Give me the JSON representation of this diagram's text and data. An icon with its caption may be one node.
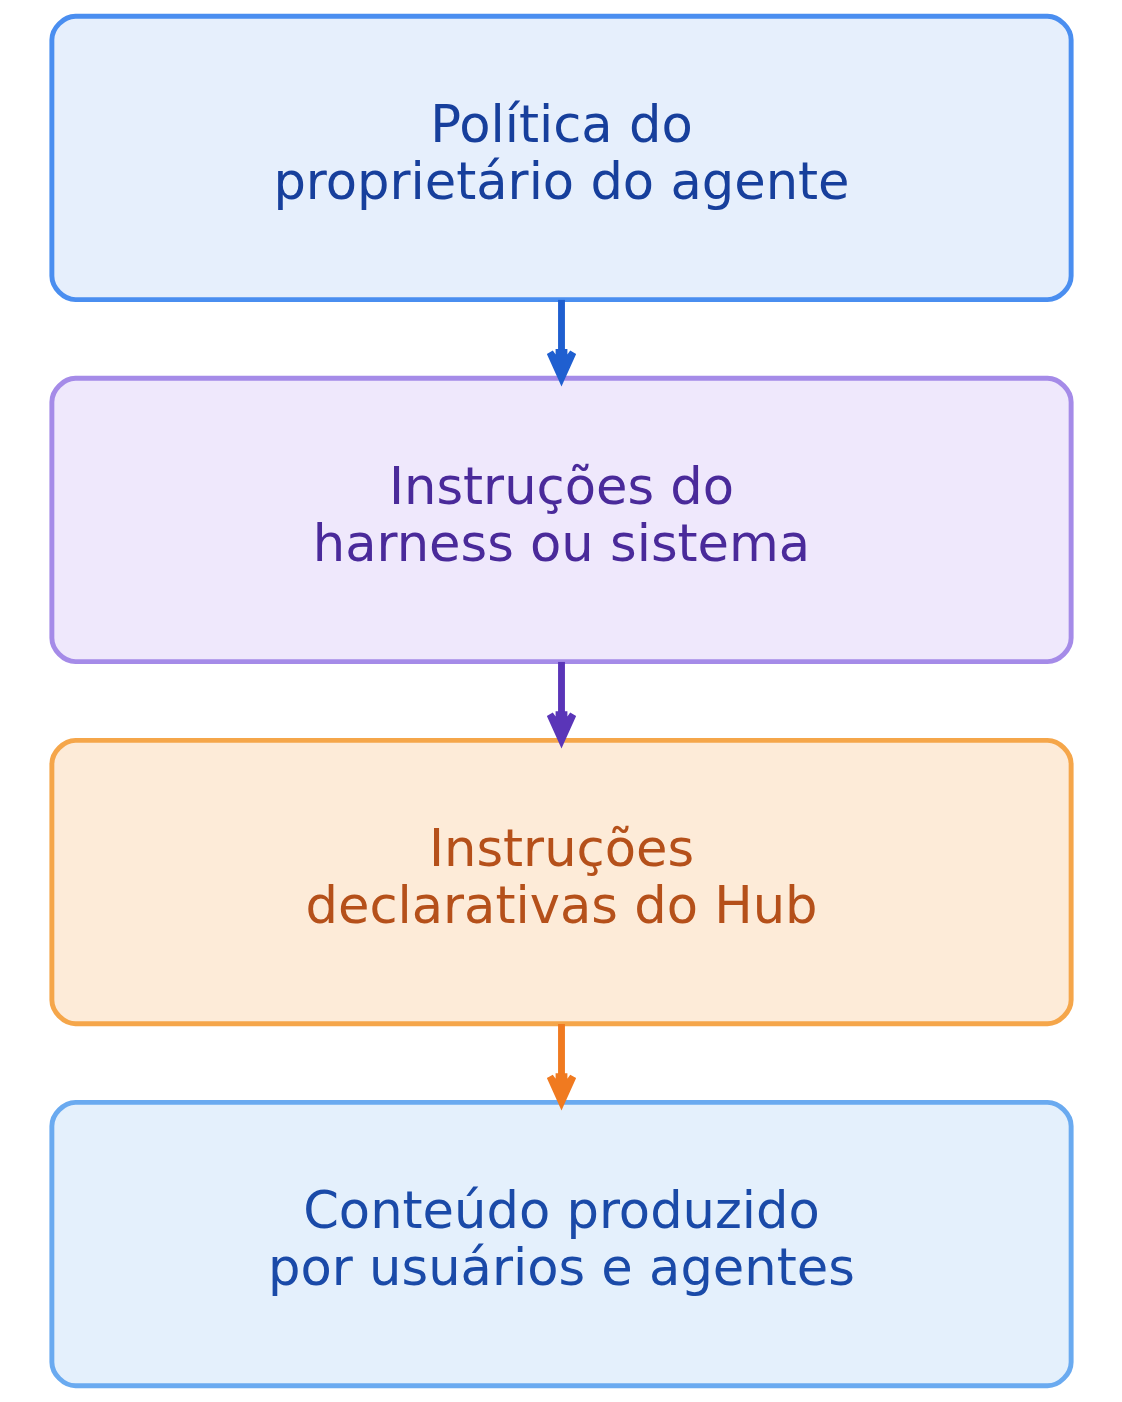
{
  "diagram": {
    "nodes": [
      {
        "text": [
          "Política do proprietário do agente"
        ]
      },
      {
        "text": [
          "Instruções do harness ou sistema"
        ]
      },
      {
        "text": [
          "Instruções declarativas do Hub"
        ]
      },
      {
        "text": [
          "Conteúdo produzido por usuários e agentes"
        ]
      }
    ],
    "edges": [
      {
        "from": 0,
        "to": 1,
        "arrow": "to",
        "color": "#1f5fd0"
      },
      {
        "from": 1,
        "to": 2,
        "arrow": "to",
        "color": "#5a35b8"
      },
      {
        "from": 2,
        "to": 3,
        "arrow": "to",
        "color": "#f07a20"
      }
    ]
  }
}
